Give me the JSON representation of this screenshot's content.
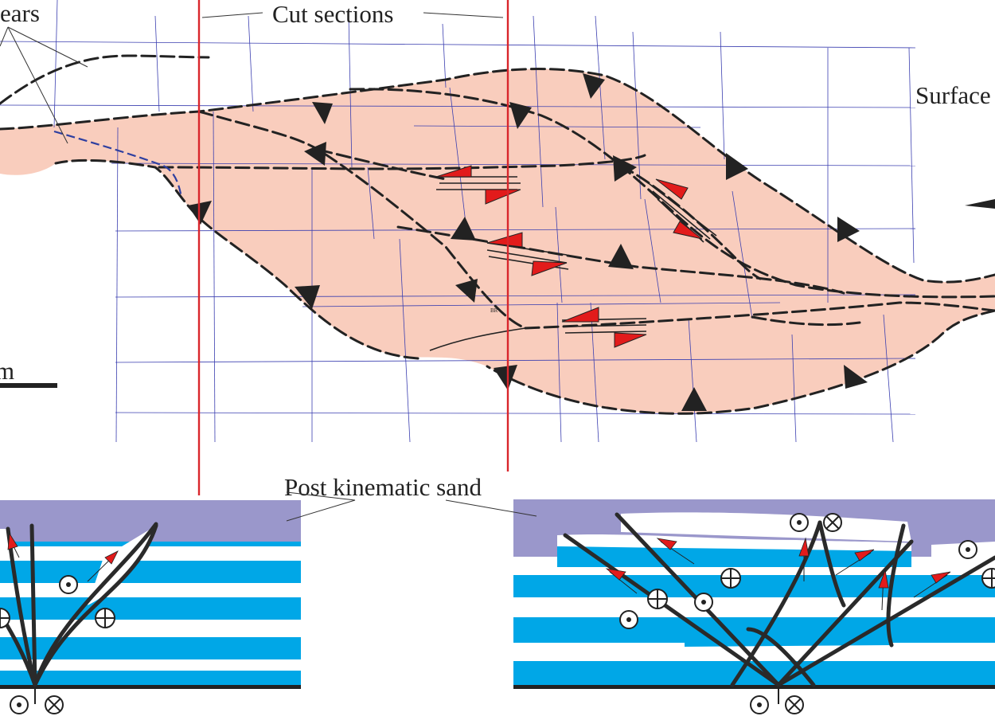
{
  "labels": {
    "shears": "ears",
    "cut_sections": "Cut sections",
    "surface": "Surface",
    "scale": "m",
    "post_kinematic_sand": "Post kinematic sand",
    "tiny_mark": "BR"
  },
  "colors": {
    "map_fill": "#f9cdbd",
    "grid": "#3b3fb0",
    "cut_line": "#d9262c",
    "sand": "#9a97cb",
    "layer_blue": "#00a7e7",
    "layer_white": "#ffffff",
    "fault": "#222222",
    "arrow": "#e21b1b",
    "dip_line": "#2e3fa0"
  },
  "symbols": {
    "out_of_page": "dot-in-circle",
    "into_page": "x-in-circle",
    "positive": "plus-in-circle",
    "thrust": "filled-triangle-tick",
    "strike_slip": "red-half-arrow"
  }
}
